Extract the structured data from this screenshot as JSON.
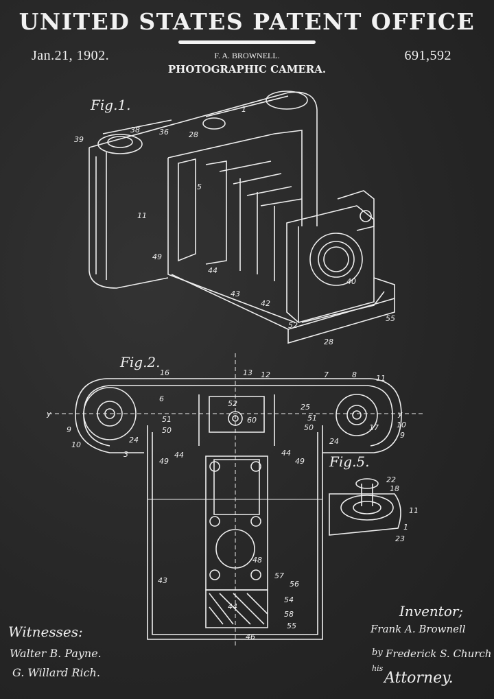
{
  "header": {
    "office": "UNITED STATES PATENT OFFICE",
    "date": "Jan.21, 1902.",
    "patent_number": "691,592",
    "inventor": "F. A. BROWNELL.",
    "invention": "PHOTOGRAPHIC CAMERA."
  },
  "figures": {
    "fig1": "Fig.1.",
    "fig2": "Fig.2.",
    "fig5": "Fig.5."
  },
  "refs": {
    "fig1": [
      "1",
      "39",
      "38",
      "36",
      "28",
      "11",
      "5",
      "49",
      "44",
      "43",
      "42",
      "40",
      "55",
      "52",
      "28"
    ],
    "fig2": [
      "16",
      "13",
      "12",
      "7",
      "8",
      "11",
      "y",
      "6",
      "9",
      "10",
      "51",
      "50",
      "52",
      "60",
      "25",
      "51",
      "50",
      "y",
      "10",
      "9",
      "17",
      "24",
      "3",
      "49",
      "44",
      "44",
      "49",
      "24",
      "43",
      "48",
      "57",
      "56",
      "54",
      "58",
      "55",
      "46",
      "44"
    ],
    "fig5": [
      "22",
      "18",
      "11",
      "1",
      "23"
    ]
  },
  "signatures": {
    "witnesses_label": "Witnesses:",
    "witness1": "Walter B. Payne.",
    "witness2": "G. Willard Rich.",
    "inventor_label": "Inventor;",
    "inventor_sig": "Frank A. Brownell",
    "by": "by",
    "attorney_sig": "Frederick S. Church",
    "his": "his",
    "attorney_label": "Attorney."
  }
}
